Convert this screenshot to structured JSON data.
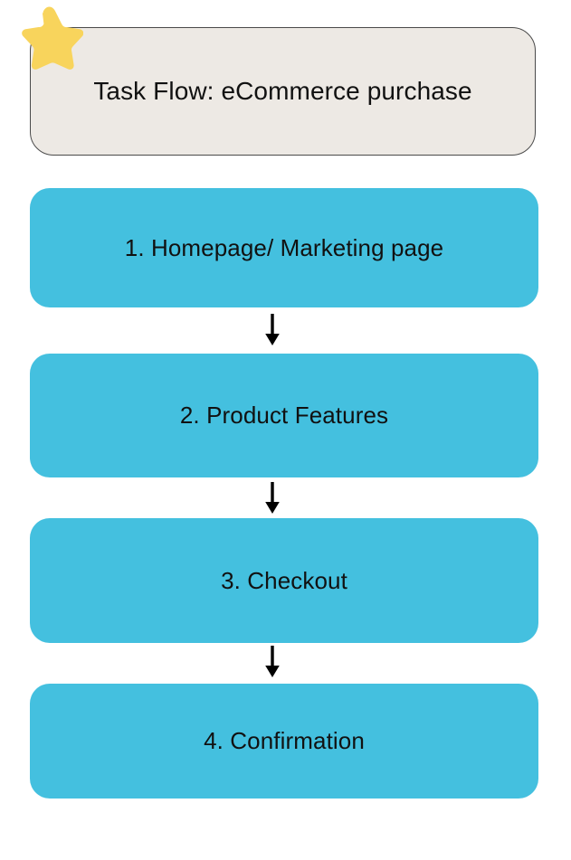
{
  "diagram": {
    "type": "flowchart",
    "orientation": "vertical",
    "title_card": {
      "text": "Task Flow: eCommerce purchase",
      "background_color": "#EDE9E4",
      "border_color": "#4a4a4a",
      "text_color": "#111111"
    },
    "decoration": {
      "star_icon_label": "star-icon",
      "star_color": "#F8D45C"
    },
    "step_color": "#44C0DF",
    "arrow_color": "#000000",
    "steps": [
      {
        "number": "1.",
        "label": "1. Homepage/ Marketing page"
      },
      {
        "number": "2.",
        "label": "2. Product Features"
      },
      {
        "number": "3.",
        "label": "3. Checkout"
      },
      {
        "number": "4.",
        "label": "4. Confirmation"
      }
    ],
    "connectors": [
      {
        "from": "1. Homepage/ Marketing page",
        "to": "2. Product Features",
        "glyph": "down-arrow"
      },
      {
        "from": "2. Product Features",
        "to": "3. Checkout",
        "glyph": "down-arrow"
      },
      {
        "from": "3. Checkout",
        "to": "4. Confirmation",
        "glyph": "down-arrow"
      }
    ]
  }
}
